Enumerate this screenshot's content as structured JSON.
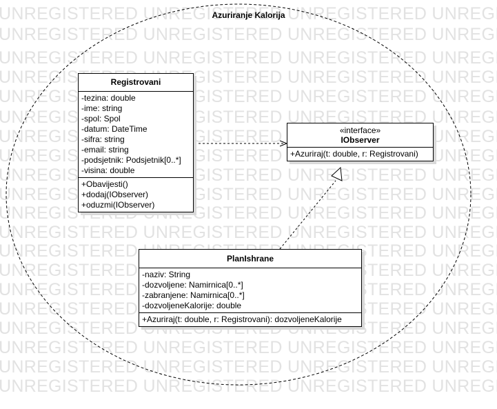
{
  "frame": {
    "title": "Azuriranje Kalorija"
  },
  "watermark": {
    "text": "UNREGISTERED UNREGISTERED UNREGISTERED UNREGISTERED"
  },
  "classes": {
    "registrovani": {
      "name": "Registrovani",
      "attributes": [
        "-tezina: double",
        "-ime: string",
        "-spol: Spol",
        "-datum: DateTime",
        "-sifra: string",
        "-email: string",
        "-podsjetnik: Podsjetnik[0..*]",
        "-visina: double"
      ],
      "operations": [
        "+Obavijesti()",
        "+dodaj(IObserver)",
        "+oduzmi(IObserver)"
      ]
    },
    "iobserver": {
      "stereotype": "«interface»",
      "name": "IObserver",
      "operations": [
        "+Azuriraj(t: double, r: Registrovani)"
      ]
    },
    "planishrane": {
      "name": "PlanIshrane",
      "attributes": [
        "-naziv: String",
        "-dozvoljene: Namirnica[0..*]",
        "-zabranjene: Namirnica[0..*]",
        "-dozvoljeneKalorije: double"
      ],
      "operations": [
        "+Azuriraj(t: double, r: Registrovani): dozvoljeneKalorije"
      ]
    }
  },
  "relations": [
    {
      "type": "dependency",
      "from": "Registrovani",
      "to": "IObserver"
    },
    {
      "type": "realization",
      "from": "PlanIshrane",
      "to": "IObserver"
    }
  ]
}
